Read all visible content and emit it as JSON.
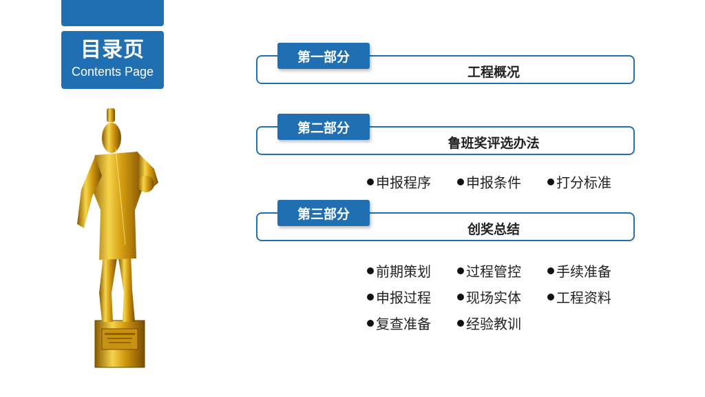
{
  "header": {
    "title_cn": "目录页",
    "title_en": "Contents Page"
  },
  "sections": [
    {
      "tag": "第一部分",
      "title": "工程概况"
    },
    {
      "tag": "第二部分",
      "title": "鲁班奖评选办法"
    },
    {
      "tag": "第三部分",
      "title": "创奖总结"
    }
  ],
  "section2_items": [
    "申报程序",
    "申报条件",
    "打分标准"
  ],
  "section3_items": [
    [
      "前期策划",
      "过程管控",
      "手续准备"
    ],
    [
      "申报过程",
      "现场实体",
      "工程资料"
    ],
    [
      "复查准备",
      "经验教训"
    ]
  ],
  "colors": {
    "accent": "#1f6fb2",
    "gold": "#d4a017"
  },
  "icons": {
    "trophy": "luban-trophy-statue"
  }
}
